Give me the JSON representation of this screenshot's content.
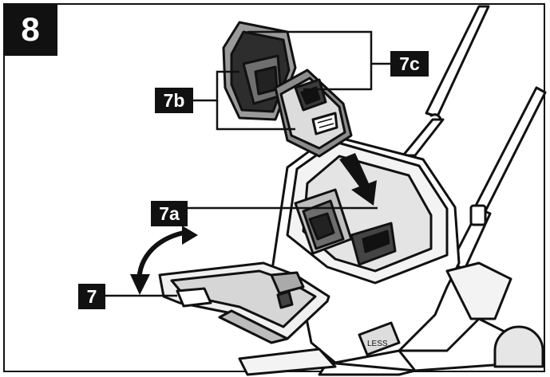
{
  "figure": {
    "step_number": "8",
    "labels": {
      "battery_pair": "7c",
      "battery_contacts": "7b",
      "battery_slot": "7a",
      "battery_cover": "7"
    }
  }
}
